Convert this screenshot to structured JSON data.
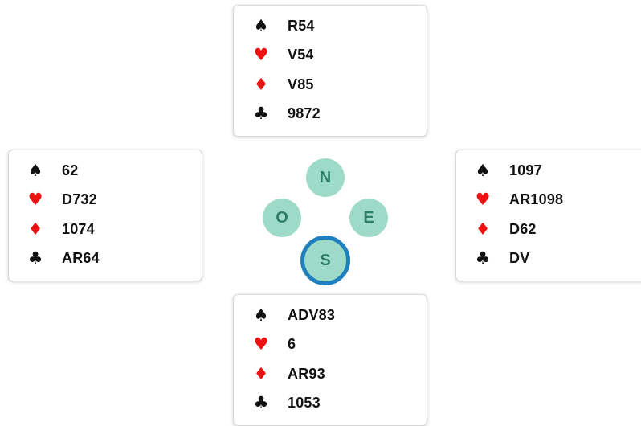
{
  "colors": {
    "red_suit": "#ee1111",
    "black_suit": "#111111",
    "seat_fill": "#9ddbc8",
    "seat_text": "#2e7d68",
    "active_seat_ring": "#1f7fbf"
  },
  "suit_icons": {
    "spades": "♠",
    "hearts": "♥",
    "diamonds": "♦",
    "clubs": "♣"
  },
  "hands": {
    "north": {
      "spades": "R54",
      "hearts": "V54",
      "diamonds": "V85",
      "clubs": "9872"
    },
    "west": {
      "spades": "62",
      "hearts": "D732",
      "diamonds": "1074",
      "clubs": "AR64"
    },
    "east": {
      "spades": "1097",
      "hearts": "AR1098",
      "diamonds": "D62",
      "clubs": "DV"
    },
    "south": {
      "spades": "ADV83",
      "hearts": "6",
      "diamonds": "AR93",
      "clubs": "1053"
    }
  },
  "compass": {
    "north": "N",
    "west": "O",
    "east": "E",
    "south": "S",
    "active_seat": "south"
  }
}
